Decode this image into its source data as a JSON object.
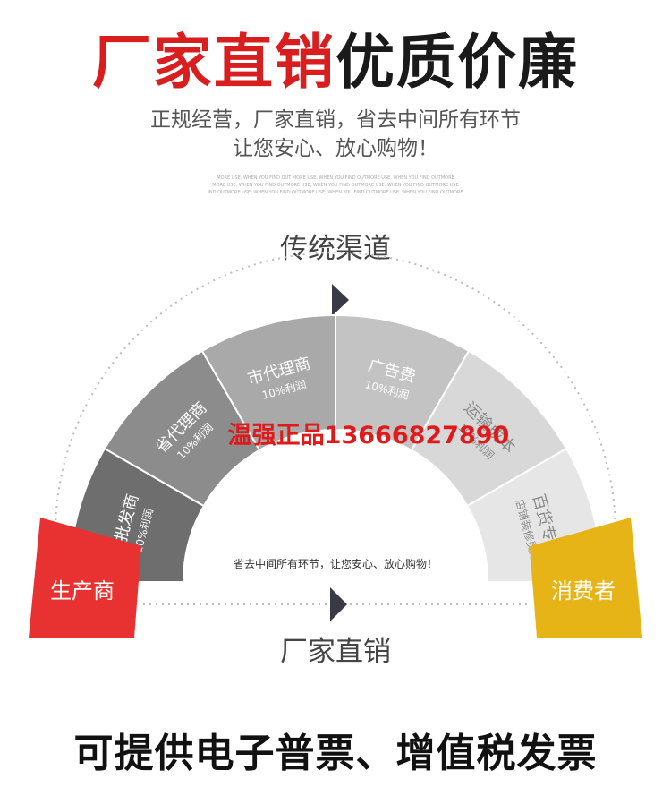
{
  "header": {
    "title_red": "厂家直销",
    "title_black": "优质价廉",
    "subtitle_line1": "正规经营，厂家直销，省去中间所有环节",
    "subtitle_line2": "让您安心、放心购物！",
    "fine_print": [
      "MORE USE, WHEN YOU FIND OUT MORE USE, WHEN YOU FIND OUTMORE USE, WHEN YOU FIND OUTMORE",
      "MORE USE, WHEN YOU FIND OUTMORE USE, WHEN YOU FIND OUTMORE USE, WHEN YOU FIND OUTMORE USE",
      "IND OUTMORE USE, WHEN YOU FIND OUTMORE USE, WHEN YOU FIND OUTMORE USE, WHEN YOU FIND OUTMORE"
    ]
  },
  "diagram": {
    "traditional_label": "传统渠道",
    "direct_label": "厂家直销",
    "direct_note": "省去中间所有环节，让您安心、放心购物！",
    "producer": "生产商",
    "consumer": "消费者",
    "segments": [
      {
        "name": "总批发商",
        "note": "10%利润",
        "color": "#6e6e6e"
      },
      {
        "name": "省代理商",
        "note": "10%利润",
        "color": "#8c8c8c"
      },
      {
        "name": "市代理商",
        "note": "10%利润",
        "color": "#a9a9a9"
      },
      {
        "name": "广告费",
        "note": "10%利润",
        "color": "#c3c3c3"
      },
      {
        "name": "运输成本",
        "note": "10%利润",
        "color": "#d8d8d8"
      },
      {
        "name": "百货专柜",
        "note": "店铺装修费用",
        "color": "#e6e6e6"
      }
    ],
    "colors": {
      "producer": "#e83232",
      "consumer": "#e6b417",
      "arrow": "#3a3a46"
    }
  },
  "watermark": "温强正品13666827890",
  "footer": {
    "invoice_text": "可提供电子普票、增值税发票"
  }
}
